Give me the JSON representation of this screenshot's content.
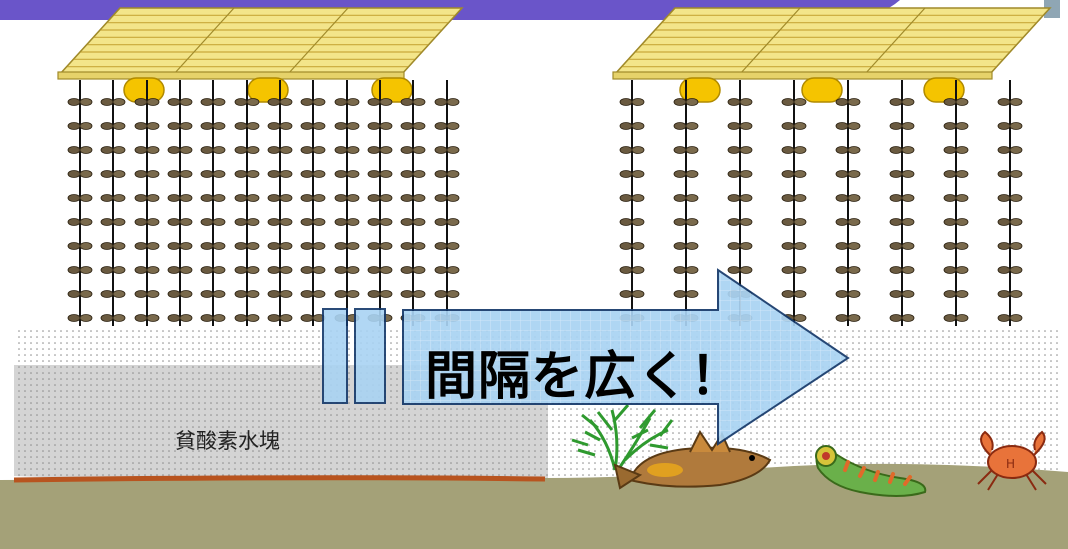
{
  "slide": {
    "callout_text": "間隔を広く！",
    "hypoxia_label": "貧酸素水塊"
  },
  "scene": {
    "left_group": {
      "label": "",
      "rope_spacing": "dense",
      "rope_count": 12,
      "float_count": 3
    },
    "right_group": {
      "label": "",
      "rope_spacing": "wide",
      "rope_count": 8,
      "float_count": 3
    },
    "creatures": [
      "seaweed-icon",
      "fish-icon",
      "sea-cucumber-icon",
      "crab-icon"
    ]
  },
  "colors": {
    "header_band": "#6a55c9",
    "raft": "#f3e58a",
    "float": "#f5c400",
    "seabed": "#a4a178",
    "hypoxic_water": "#d4d4d4",
    "sediment": "#b8541f",
    "arrow_fill": "#a9d3f3",
    "arrow_stroke": "#14386a"
  }
}
